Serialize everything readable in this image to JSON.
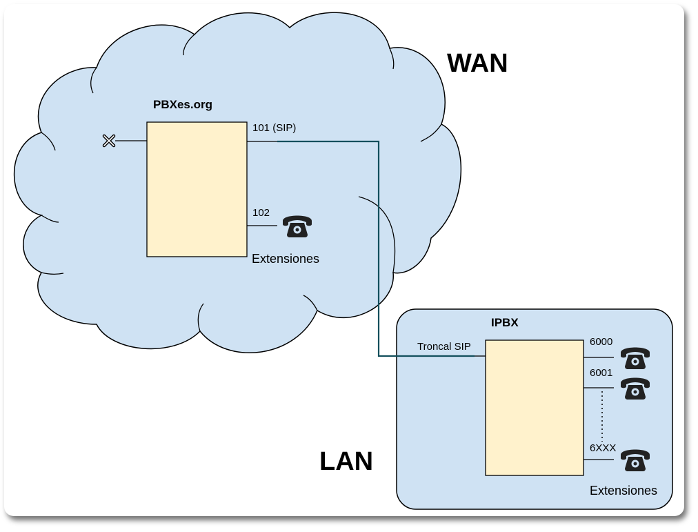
{
  "wan": {
    "label": "WAN",
    "pbx": {
      "name": "PBXes.org",
      "ext_sip": "101 (SIP)",
      "ext_phone": "102",
      "extensions_label": "Extensiones"
    }
  },
  "lan": {
    "label": "LAN",
    "pbx": {
      "name": "IPBX",
      "trunk_label": "Troncal SIP",
      "ext1": "6000",
      "ext2": "6001",
      "ext3": "6XXX",
      "extensions_label": "Extensiones"
    }
  },
  "colors": {
    "cloud_fill": "#cfe2f3",
    "box_fill": "#fff2cc",
    "trunk_line": "#134f5c",
    "lan_fill": "#cfe2f3"
  },
  "icons": [
    "phone-icon",
    "disconnected-x-icon"
  ]
}
